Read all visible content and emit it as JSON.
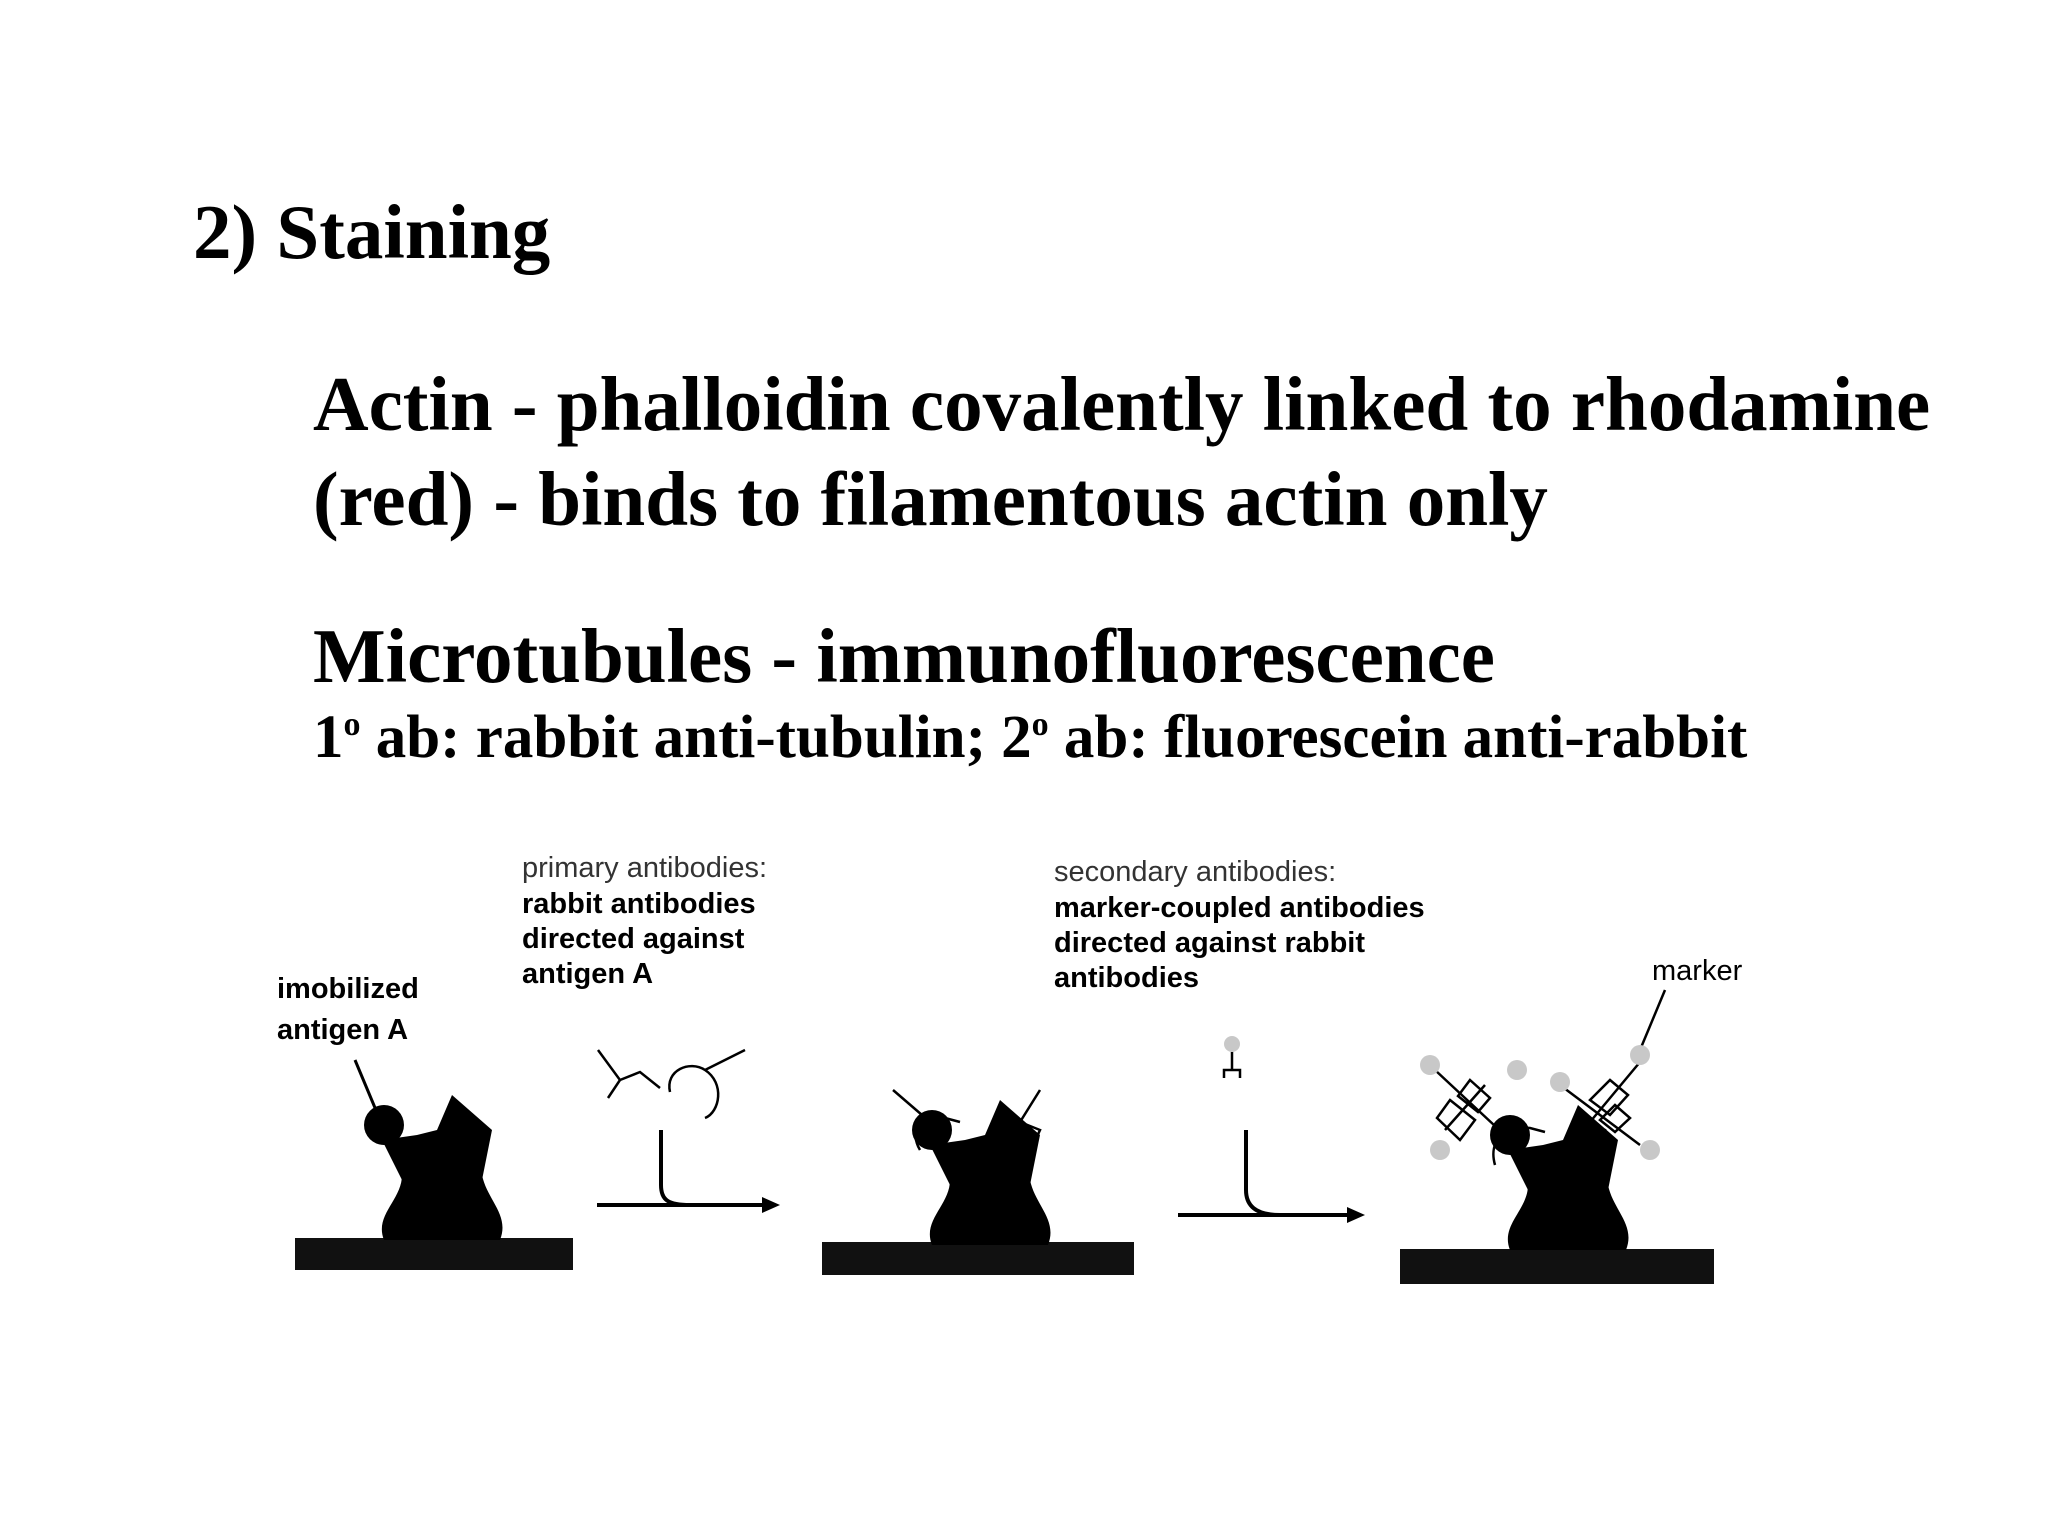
{
  "slide": {
    "title": "2) Staining",
    "actin_line_1": "Actin - phalloidin covalently linked to rhodamine",
    "actin_line_2": "(red) - binds to filamentous actin only",
    "microtubules_heading": "Microtubules - immunofluorescence",
    "antibody_line": {
      "primary_num": "1",
      "primary_sup": "o",
      "primary_text": " ab: rabbit anti-tubulin; ",
      "secondary_num": "2",
      "secondary_sup": "o",
      "secondary_text": " ab: fluorescein anti-rabbit"
    }
  },
  "diagram": {
    "antigen_label": [
      "imobilized",
      "antigen A"
    ],
    "primary_label": [
      "primary antibodies:",
      "rabbit antibodies",
      "directed against",
      "antigen A"
    ],
    "secondary_label": [
      "secondary antibodies:",
      "marker-coupled antibodies",
      "directed against rabbit",
      "antibodies"
    ],
    "marker_label": "marker",
    "colors": {
      "ink": "#000000",
      "marker": "#c8c8c8"
    }
  }
}
